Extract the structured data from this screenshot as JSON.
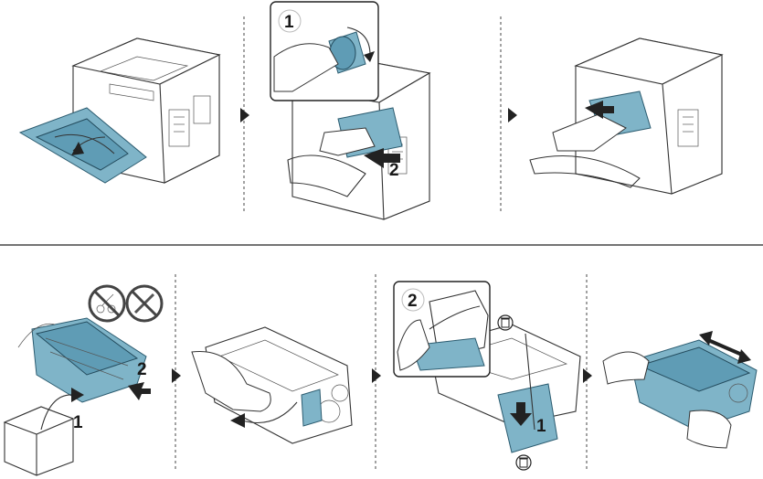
{
  "steps": {
    "top_2_callout": "1",
    "top_2_arrow": "2",
    "bottom_1_lift": "1",
    "bottom_1_pull": "2",
    "bottom_3_callout": "2",
    "bottom_3_main": "1"
  },
  "colors": {
    "accent_blue": "#7fb4c8",
    "accent_blue_dark": "#5f9cb5",
    "outline": "#333333"
  },
  "icons": [
    "prohibited-scissors-icon",
    "prohibited-knife-icon",
    "trash-bin-icon"
  ]
}
